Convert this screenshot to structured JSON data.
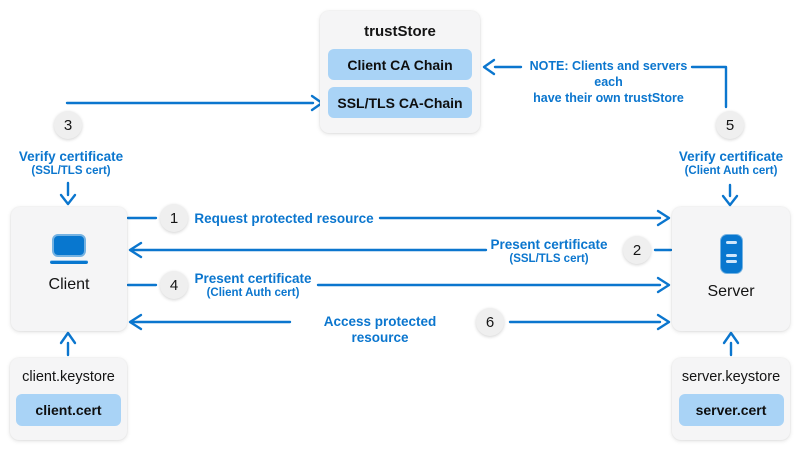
{
  "colors": {
    "accent": "#0b76ce",
    "chip_blue": "#a9d3f6",
    "panel_gray": "#f5f5f6"
  },
  "truststore": {
    "title": "trustStore",
    "items": [
      {
        "label": "Client CA Chain"
      },
      {
        "label": "SSL/TLS CA-Chain"
      }
    ]
  },
  "note": {
    "line1": "NOTE: Clients and servers each",
    "line2": "have their own trustStore"
  },
  "nodes": {
    "client": {
      "label": "Client"
    },
    "server": {
      "label": "Server"
    },
    "client_keystore": {
      "title": "client.keystore",
      "cert": "client.cert"
    },
    "server_keystore": {
      "title": "server.keystore",
      "cert": "server.cert"
    }
  },
  "steps": {
    "s1": {
      "num": "1",
      "label": "Request protected resource"
    },
    "s2": {
      "num": "2",
      "label": "Present certificate",
      "sub": "(SSL/TLS cert)"
    },
    "s3": {
      "num": "3",
      "label": "Verify certificate",
      "sub": "(SSL/TLS cert)"
    },
    "s4": {
      "num": "4",
      "label": "Present certificate",
      "sub": "(Client Auth cert)"
    },
    "s5": {
      "num": "5",
      "label": "Verify certificate",
      "sub": "(Client Auth cert)"
    },
    "s6": {
      "num": "6",
      "label": "Access protected resource"
    }
  }
}
